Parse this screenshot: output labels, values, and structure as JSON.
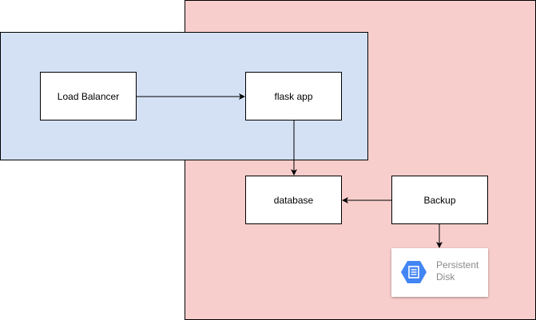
{
  "nodes": {
    "load_balancer": "Load Balancer",
    "flask_app": "flask app",
    "database": "database",
    "backup": "Backup"
  },
  "persistent_disk": {
    "line1": "Persistent",
    "line2": "Disk",
    "icon": "persistent-disk-icon"
  },
  "colors": {
    "red_region": "#f8cecc",
    "blue_region": "#d4e1f5",
    "pd_icon": "#4285f4"
  }
}
